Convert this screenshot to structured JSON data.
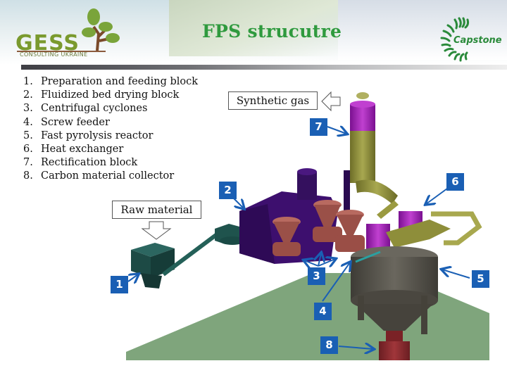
{
  "header": {
    "title": "FPS strucutre",
    "logo_left": {
      "name": "GESS",
      "subtitle": "CONSULTING UKRAINE"
    },
    "logo_right": {
      "name": "Capstone"
    }
  },
  "components_list": [
    {
      "num": "1.",
      "label": "Preparation and feeding block"
    },
    {
      "num": "2.",
      "label": "Fluidized bed drying block"
    },
    {
      "num": "3.",
      "label": "Centrifugal cyclones"
    },
    {
      "num": "4.",
      "label": "Screw feeder"
    },
    {
      "num": "5.",
      "label": "Fast pyrolysis reactor"
    },
    {
      "num": "6.",
      "label": "Heat exchanger"
    },
    {
      "num": "7.",
      "label": "Rectification block"
    },
    {
      "num": "8.",
      "label": "Carbon material collector"
    }
  ],
  "callouts": {
    "synthetic_gas": "Synthetic gas",
    "raw_material": "Raw material"
  },
  "badges": [
    "1",
    "2",
    "3",
    "4",
    "5",
    "6",
    "7",
    "8"
  ],
  "colors": {
    "title_green": "#2f9a3e",
    "badge_blue": "#1a5fb4",
    "floor_green": "#7fa57c",
    "feeder_teal": "#1f4f4a",
    "dryer_purple": "#3d0f6e",
    "cyclone_brown": "#a85a50",
    "heat_exchanger_magenta": "#a020b0",
    "pipe_olive": "#8a8a3a",
    "reactor_grey": "#55524a",
    "collector_red": "#8a2a2e"
  }
}
